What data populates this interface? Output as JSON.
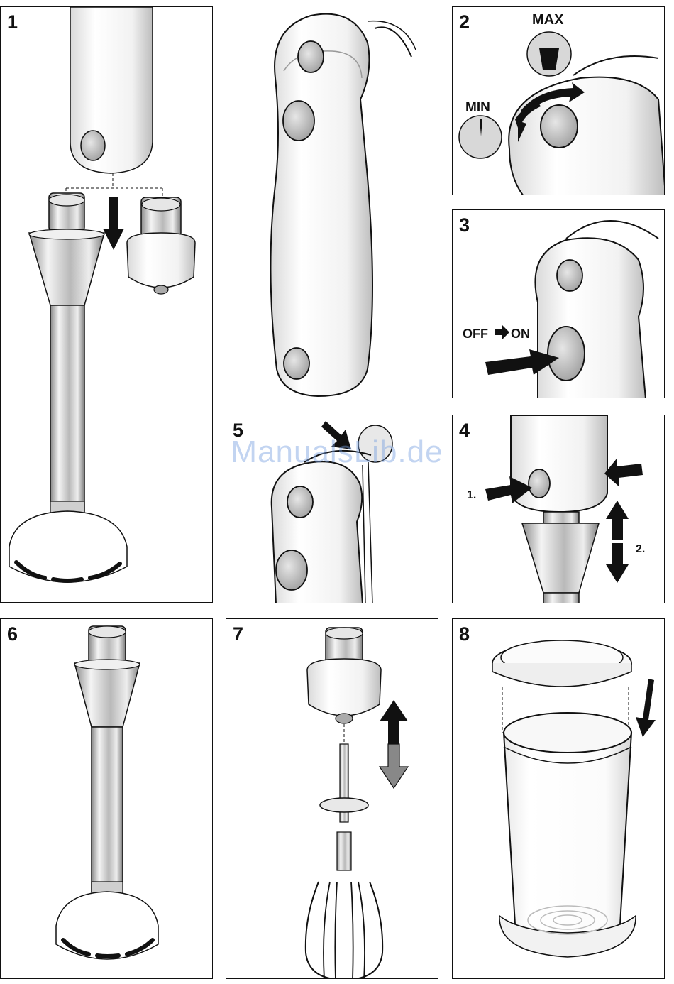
{
  "steps": {
    "s1": "1",
    "s2": "2",
    "s3": "3",
    "s4": "4",
    "s5": "5",
    "s6": "6",
    "s7": "7",
    "s8": "8"
  },
  "labels": {
    "max": "MAX",
    "min": "MIN",
    "off_on": "OFF",
    "on": "ON",
    "first": "1.",
    "second": "2."
  },
  "watermark": "ManualsLib.de"
}
